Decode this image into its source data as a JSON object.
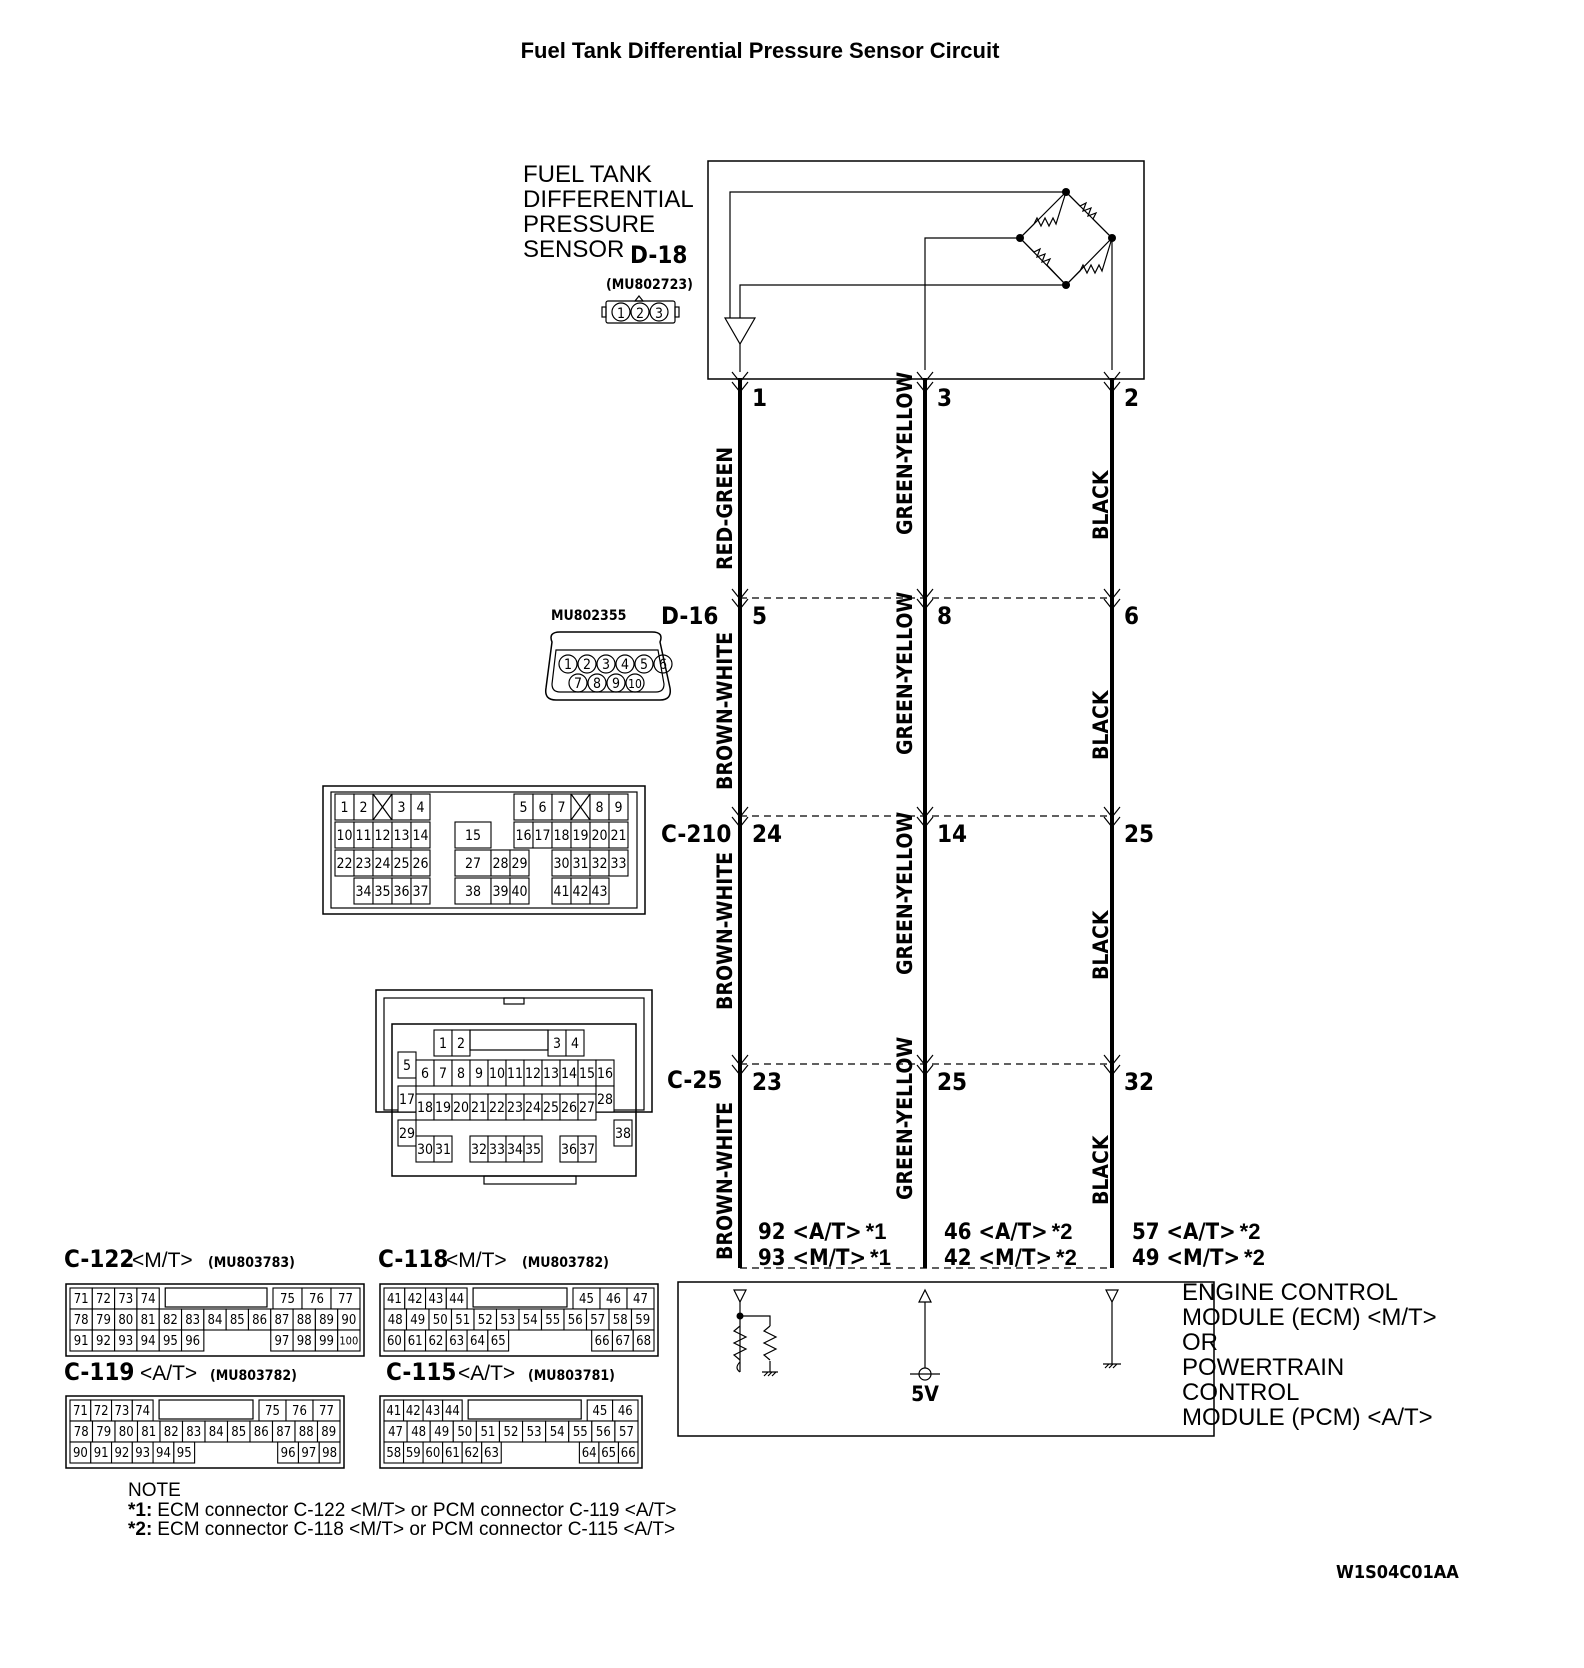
{
  "title": "Fuel Tank Differential Pressure Sensor Circuit",
  "sensor": {
    "label_lines": [
      "FUEL TANK",
      "DIFFERENTIAL",
      "PRESSURE",
      "SENSOR"
    ],
    "connector": "D-18",
    "part_no": "(MU802723)",
    "pins": [
      "1",
      "2",
      "3"
    ]
  },
  "wires": [
    {
      "pins": [
        "1",
        "5",
        "24",
        "23"
      ],
      "colors": [
        "RED-GREEN",
        "BROWN-WHITE",
        "BROWN-WHITE",
        "BROWN-WHITE"
      ],
      "ecm_top": "92 <A/T>",
      "ecm_top_note": "*1",
      "ecm_bot": "93 <M/T>",
      "ecm_bot_note": "*1"
    },
    {
      "pins": [
        "3",
        "8",
        "14",
        "25"
      ],
      "colors": [
        "GREEN-YELLOW",
        "GREEN-YELLOW",
        "GREEN-YELLOW",
        "GREEN-YELLOW"
      ],
      "ecm_top": "46 <A/T>",
      "ecm_top_note": "*2",
      "ecm_bot": "42 <M/T>",
      "ecm_bot_note": "*2"
    },
    {
      "pins": [
        "2",
        "6",
        "25",
        "32"
      ],
      "colors": [
        "BLACK",
        "BLACK",
        "BLACK",
        "BLACK"
      ],
      "ecm_top": "57 <A/T>",
      "ecm_top_note": "*2",
      "ecm_bot": "49 <M/T>",
      "ecm_bot_note": "*2"
    }
  ],
  "connectors": {
    "d16": {
      "name": "D-16",
      "part_no": "MU802355",
      "row1": [
        "1",
        "2",
        "3",
        "4",
        "5",
        "6"
      ],
      "row2": [
        "7",
        "8",
        "9",
        "10"
      ]
    },
    "c210": {
      "name": "C-210"
    },
    "c25": {
      "name": "C-25"
    }
  },
  "c210_cells": [
    [
      "1",
      "2",
      "",
      "3",
      "4",
      "",
      "5",
      "6",
      "7",
      "",
      "8",
      "9"
    ],
    [
      "10",
      "11",
      "12",
      "13",
      "14",
      "15",
      "16",
      "17",
      "18",
      "19",
      "20",
      "21"
    ],
    [
      "22",
      "23",
      "24",
      "25",
      "26",
      "27",
      "28",
      "29",
      "30",
      "31",
      "32",
      "33"
    ],
    [
      "34",
      "35",
      "36",
      "37",
      "38",
      "39",
      "40",
      "41",
      "42",
      "43"
    ]
  ],
  "c25_cells": {
    "r1": [
      "1",
      "2",
      "3",
      "4"
    ],
    "r2": [
      "5",
      "6",
      "7",
      "8",
      "9",
      "10",
      "11",
      "12",
      "13",
      "14",
      "15",
      "16"
    ],
    "r3": [
      "17",
      "18",
      "19",
      "20",
      "21",
      "22",
      "23",
      "24",
      "25",
      "26",
      "27",
      "28"
    ],
    "r4": [
      "29",
      "30",
      "31",
      "32",
      "33",
      "34",
      "35",
      "36",
      "37",
      "38"
    ]
  },
  "ecm_connectors": [
    {
      "name": "C-122",
      "trans": "<M/T>",
      "part_no": "(MU803783)",
      "row1": [
        "71",
        "72",
        "73",
        "74",
        "75",
        "76",
        "77"
      ],
      "row2": [
        "78",
        "79",
        "80",
        "81",
        "82",
        "83",
        "84",
        "85",
        "86",
        "87",
        "88",
        "89",
        "90"
      ],
      "row3": [
        "91",
        "92",
        "93",
        "94",
        "95",
        "96",
        "97",
        "98",
        "99",
        "100"
      ]
    },
    {
      "name": "C-118",
      "trans": "<M/T>",
      "part_no": "(MU803782)",
      "row1": [
        "41",
        "42",
        "43",
        "44",
        "45",
        "46",
        "47"
      ],
      "row2": [
        "48",
        "49",
        "50",
        "51",
        "52",
        "53",
        "54",
        "55",
        "56",
        "57",
        "58",
        "59"
      ],
      "row3": [
        "60",
        "61",
        "62",
        "63",
        "64",
        "65",
        "66",
        "67",
        "68"
      ]
    },
    {
      "name": "C-119",
      "trans": "<A/T>",
      "part_no": "(MU803782)",
      "row1": [
        "71",
        "72",
        "73",
        "74",
        "75",
        "76",
        "77"
      ],
      "row2": [
        "78",
        "79",
        "80",
        "81",
        "82",
        "83",
        "84",
        "85",
        "86",
        "87",
        "88",
        "89"
      ],
      "row3": [
        "90",
        "91",
        "92",
        "93",
        "94",
        "95",
        "96",
        "97",
        "98"
      ]
    },
    {
      "name": "C-115",
      "trans": "<A/T>",
      "part_no": "(MU803781)",
      "row1": [
        "41",
        "42",
        "43",
        "44",
        "45",
        "46"
      ],
      "row2": [
        "47",
        "48",
        "49",
        "50",
        "51",
        "52",
        "53",
        "54",
        "55",
        "56",
        "57"
      ],
      "row3": [
        "58",
        "59",
        "60",
        "61",
        "62",
        "63",
        "64",
        "65",
        "66"
      ]
    }
  ],
  "ecm": {
    "label_lines": [
      "ENGINE CONTROL",
      "MODULE (ECM) <M/T>",
      "OR",
      "POWERTRAIN",
      "CONTROL",
      "MODULE (PCM) <A/T>"
    ],
    "supply": "5V"
  },
  "note": {
    "heading": "NOTE",
    "n1_mark": "*1:",
    "n1": "ECM connector C-122 <M/T> or PCM connector C-119 <A/T>",
    "n2_mark": "*2:",
    "n2": "ECM connector C-118 <M/T> or PCM connector C-115 <A/T>"
  },
  "figure_id": "W1S04C01AA"
}
